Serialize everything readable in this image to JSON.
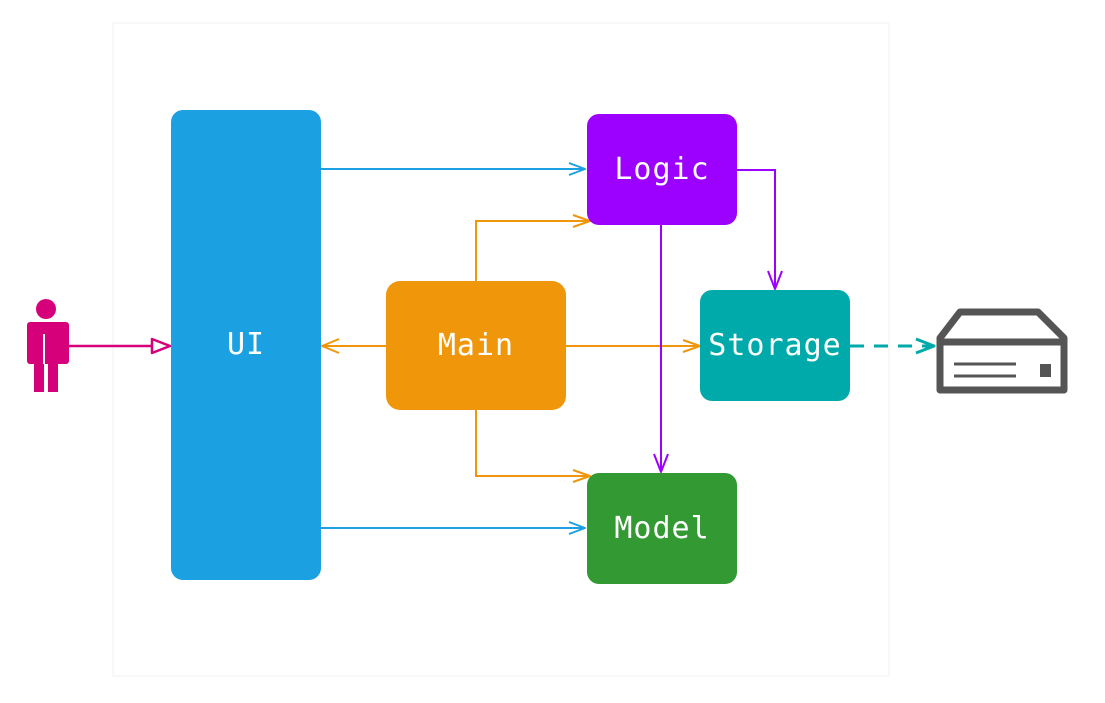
{
  "components": {
    "ui": {
      "label": "UI",
      "color": "#1ba0e1"
    },
    "logic": {
      "label": "Logic",
      "color": "#9c00ff"
    },
    "main": {
      "label": "Main",
      "color": "#f0960a"
    },
    "storage": {
      "label": "Storage",
      "color": "#00aaaa"
    },
    "model": {
      "label": "Model",
      "color": "#339933"
    }
  },
  "actors": {
    "user": {
      "icon": "user-icon",
      "color": "#d6007b"
    },
    "storage_device": {
      "icon": "hard-drive-icon",
      "color": "#555555"
    }
  },
  "connections": [
    {
      "from": "user",
      "to": "ui",
      "style": "solid",
      "arrowhead": "hollow-triangle"
    },
    {
      "from": "ui",
      "to": "logic",
      "style": "solid",
      "arrowhead": "open"
    },
    {
      "from": "ui",
      "to": "model",
      "style": "solid",
      "arrowhead": "open"
    },
    {
      "from": "main",
      "to": "ui",
      "style": "solid",
      "arrowhead": "open"
    },
    {
      "from": "main",
      "to": "logic",
      "style": "solid",
      "arrowhead": "open"
    },
    {
      "from": "main",
      "to": "storage",
      "style": "solid",
      "arrowhead": "open"
    },
    {
      "from": "main",
      "to": "model",
      "style": "solid",
      "arrowhead": "open"
    },
    {
      "from": "logic",
      "to": "storage",
      "style": "solid",
      "arrowhead": "open"
    },
    {
      "from": "logic",
      "to": "model",
      "style": "solid",
      "arrowhead": "open"
    },
    {
      "from": "storage",
      "to": "storage_device",
      "style": "dashed",
      "arrowhead": "open"
    }
  ]
}
